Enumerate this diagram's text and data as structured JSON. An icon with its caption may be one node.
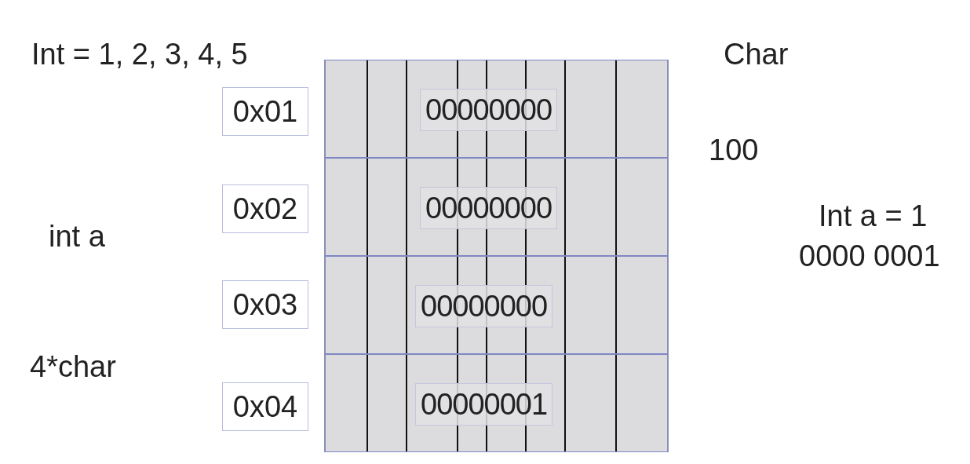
{
  "diagram": {
    "nodes": [
      {
        "text": [
          "0x01"
        ]
      },
      {
        "text": [
          "0x02"
        ]
      },
      {
        "text": [
          "0x03"
        ]
      },
      {
        "text": [
          "0x04"
        ]
      },
      {
        "text": [
          "00000000"
        ]
      },
      {
        "text": [
          "00000000"
        ]
      },
      {
        "text": [
          "00000000"
        ]
      },
      {
        "text": [
          "00000001"
        ]
      }
    ],
    "edges": [],
    "labels": [
      "Int = 1, 2, 3, 4, 5",
      "Char",
      "100",
      "int a",
      "Int a = 1",
      "0000 0001",
      "4*char"
    ]
  }
}
